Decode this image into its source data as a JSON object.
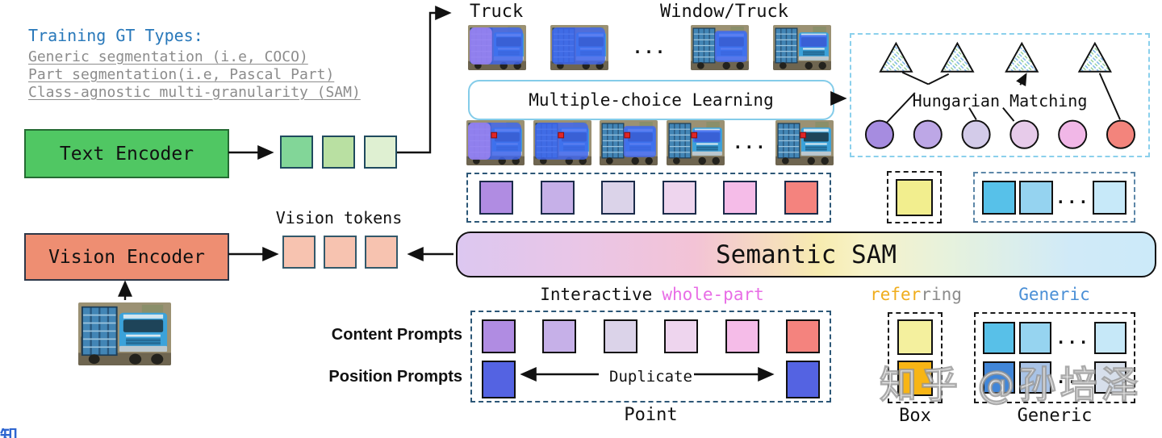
{
  "training_gt": {
    "title": "Training GT Types:",
    "items": [
      "Generic segmentation (i.e, COCO)",
      "Part segmentation(i.e, Pascal Part)",
      "Class-agnostic multi-granularity (SAM)"
    ]
  },
  "labels": {
    "text_encoder": "Text Encoder",
    "vision_encoder": "Vision Encoder",
    "truck": "Truck",
    "window_truck": "Window/Truck",
    "mcl": "Multiple-choice Learning",
    "hungarian": "Hungarian Matching",
    "vision_tokens": "Vision tokens",
    "semantic_sam": "Semantic SAM",
    "interactive": "Interactive",
    "whole_part": "whole-part",
    "refer": "refer",
    "ring": "ring",
    "generic": "Generic",
    "content_prompts": "Content Prompts",
    "position_prompts": "Position Prompts",
    "duplicate": "Duplicate",
    "point": "Point",
    "box": "Box",
    "generic_bottom": "Generic",
    "ellipsis": "..."
  },
  "token_colors": {
    "text_tokens": [
      "#82d698",
      "#b9e0a2",
      "#dff0d2"
    ],
    "vision_tokens": [
      "#f7c3b0",
      "#f7c3b0",
      "#f7c3b0"
    ],
    "interactive_tokens": [
      "#b08ce2",
      "#c6b0e8",
      "#dbd3e9",
      "#eed5ee",
      "#f5bce8",
      "#f4837e"
    ],
    "referring_token": [
      "#f2ee8e"
    ],
    "generic_tokens_mid": [
      "#57c1e9",
      "#95d3f0",
      "dots",
      "#c7e9f9"
    ],
    "position_prompts": [
      "#5463e2",
      "#5463e2"
    ],
    "box_tokens": [
      "#f4f09e",
      "#f8b515"
    ],
    "generic_grid": [
      [
        "#58c0e8",
        "#96d4f0",
        "dots",
        "#c6e8f8"
      ],
      [
        "#4186d8",
        "#a9c3e6",
        "dots",
        "#d7dfeb"
      ]
    ]
  },
  "hungarian": {
    "circle_colors": [
      "#a68ce0",
      "#bda7e6",
      "#d3cbe9",
      "#e7cbea",
      "#f1b7e7",
      "#f3847c"
    ],
    "triangle_count": 4
  },
  "truck_rows": {
    "row1": [
      "full-purple",
      "full",
      "dots",
      "cab",
      "win"
    ],
    "row2": [
      "full-purple+pt",
      "full+pt",
      "cab+pt",
      "win+pt",
      "dots",
      "pt"
    ],
    "photo": [
      "plain"
    ]
  },
  "watermark": "知乎 @孙培泽",
  "corner_fragment": "知"
}
